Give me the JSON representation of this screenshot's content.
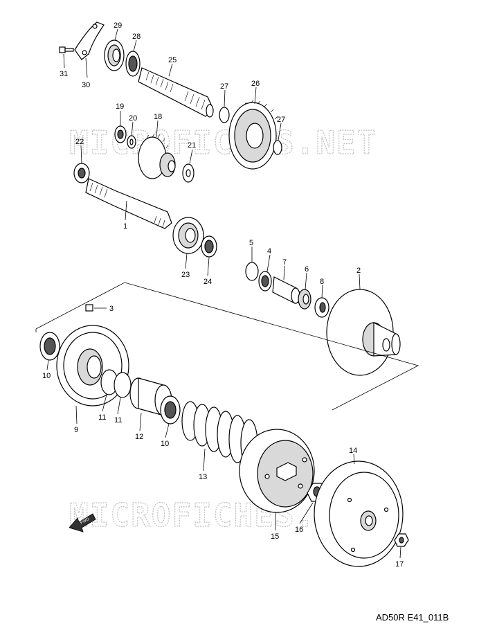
{
  "watermark": {
    "upper": "MICROFICHES.NET",
    "lower": "MICROFICHES.NET"
  },
  "fwd_label": "FWD",
  "figure_code": "AD50R E41_011B",
  "callouts": {
    "c1": "1",
    "c2": "2",
    "c3": "3",
    "c4": "4",
    "c5": "5",
    "c6": "6",
    "c7": "7",
    "c8": "8",
    "c9": "9",
    "c10a": "10",
    "c10b": "10",
    "c11a": "11",
    "c11b": "11",
    "c12": "12",
    "c13": "13",
    "c14": "14",
    "c15": "15",
    "c16": "16",
    "c17": "17",
    "c18": "18",
    "c19": "19",
    "c20": "20",
    "c21": "21",
    "c22": "22",
    "c23": "23",
    "c24": "24",
    "c25": "25",
    "c26": "26",
    "c27a": "27",
    "c27b": "27",
    "c28": "28",
    "c29": "29",
    "c30": "30",
    "c31": "31"
  }
}
